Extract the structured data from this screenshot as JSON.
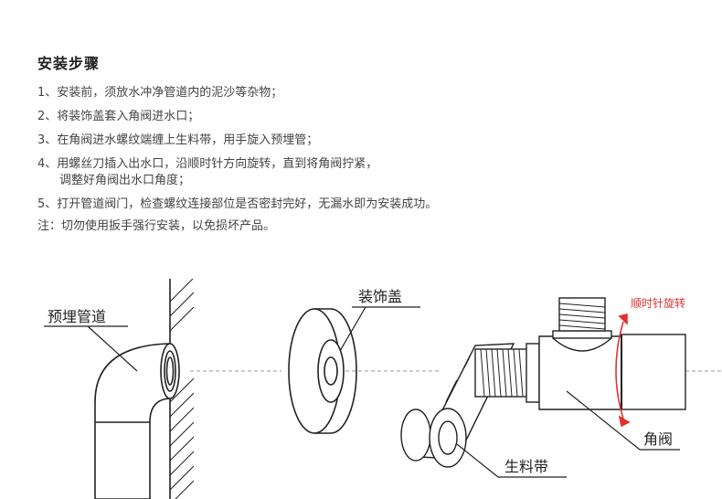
{
  "title": "安装步骤",
  "steps": [
    {
      "text": "1、安装前，须放水冲净管道内的泥沙等杂物；"
    },
    {
      "text": "2、将装饰盖套入角阀进水口；"
    },
    {
      "text": "3、在角阀进水螺纹端缠上生料带，用手旋入预埋管；"
    },
    {
      "text": "4、用螺丝刀插入出水口，沿顺时针方向旋转，直到将角阀拧紧，",
      "cont": "调整好角阀出水口角度；"
    },
    {
      "text": "5、打开管道阀门，检查螺纹连接部位是否密封完好，无漏水即为安装成功。"
    }
  ],
  "note": "注：切勿使用扳手强行安装，以免损坏产品。",
  "diagram": {
    "labels": {
      "pipe": "预埋管道",
      "cover": "装饰盖",
      "rotate": "顺时针旋转",
      "valve": "角阀",
      "tape": "生料带"
    },
    "colors": {
      "line": "#222222",
      "accent": "#e0322f"
    }
  }
}
